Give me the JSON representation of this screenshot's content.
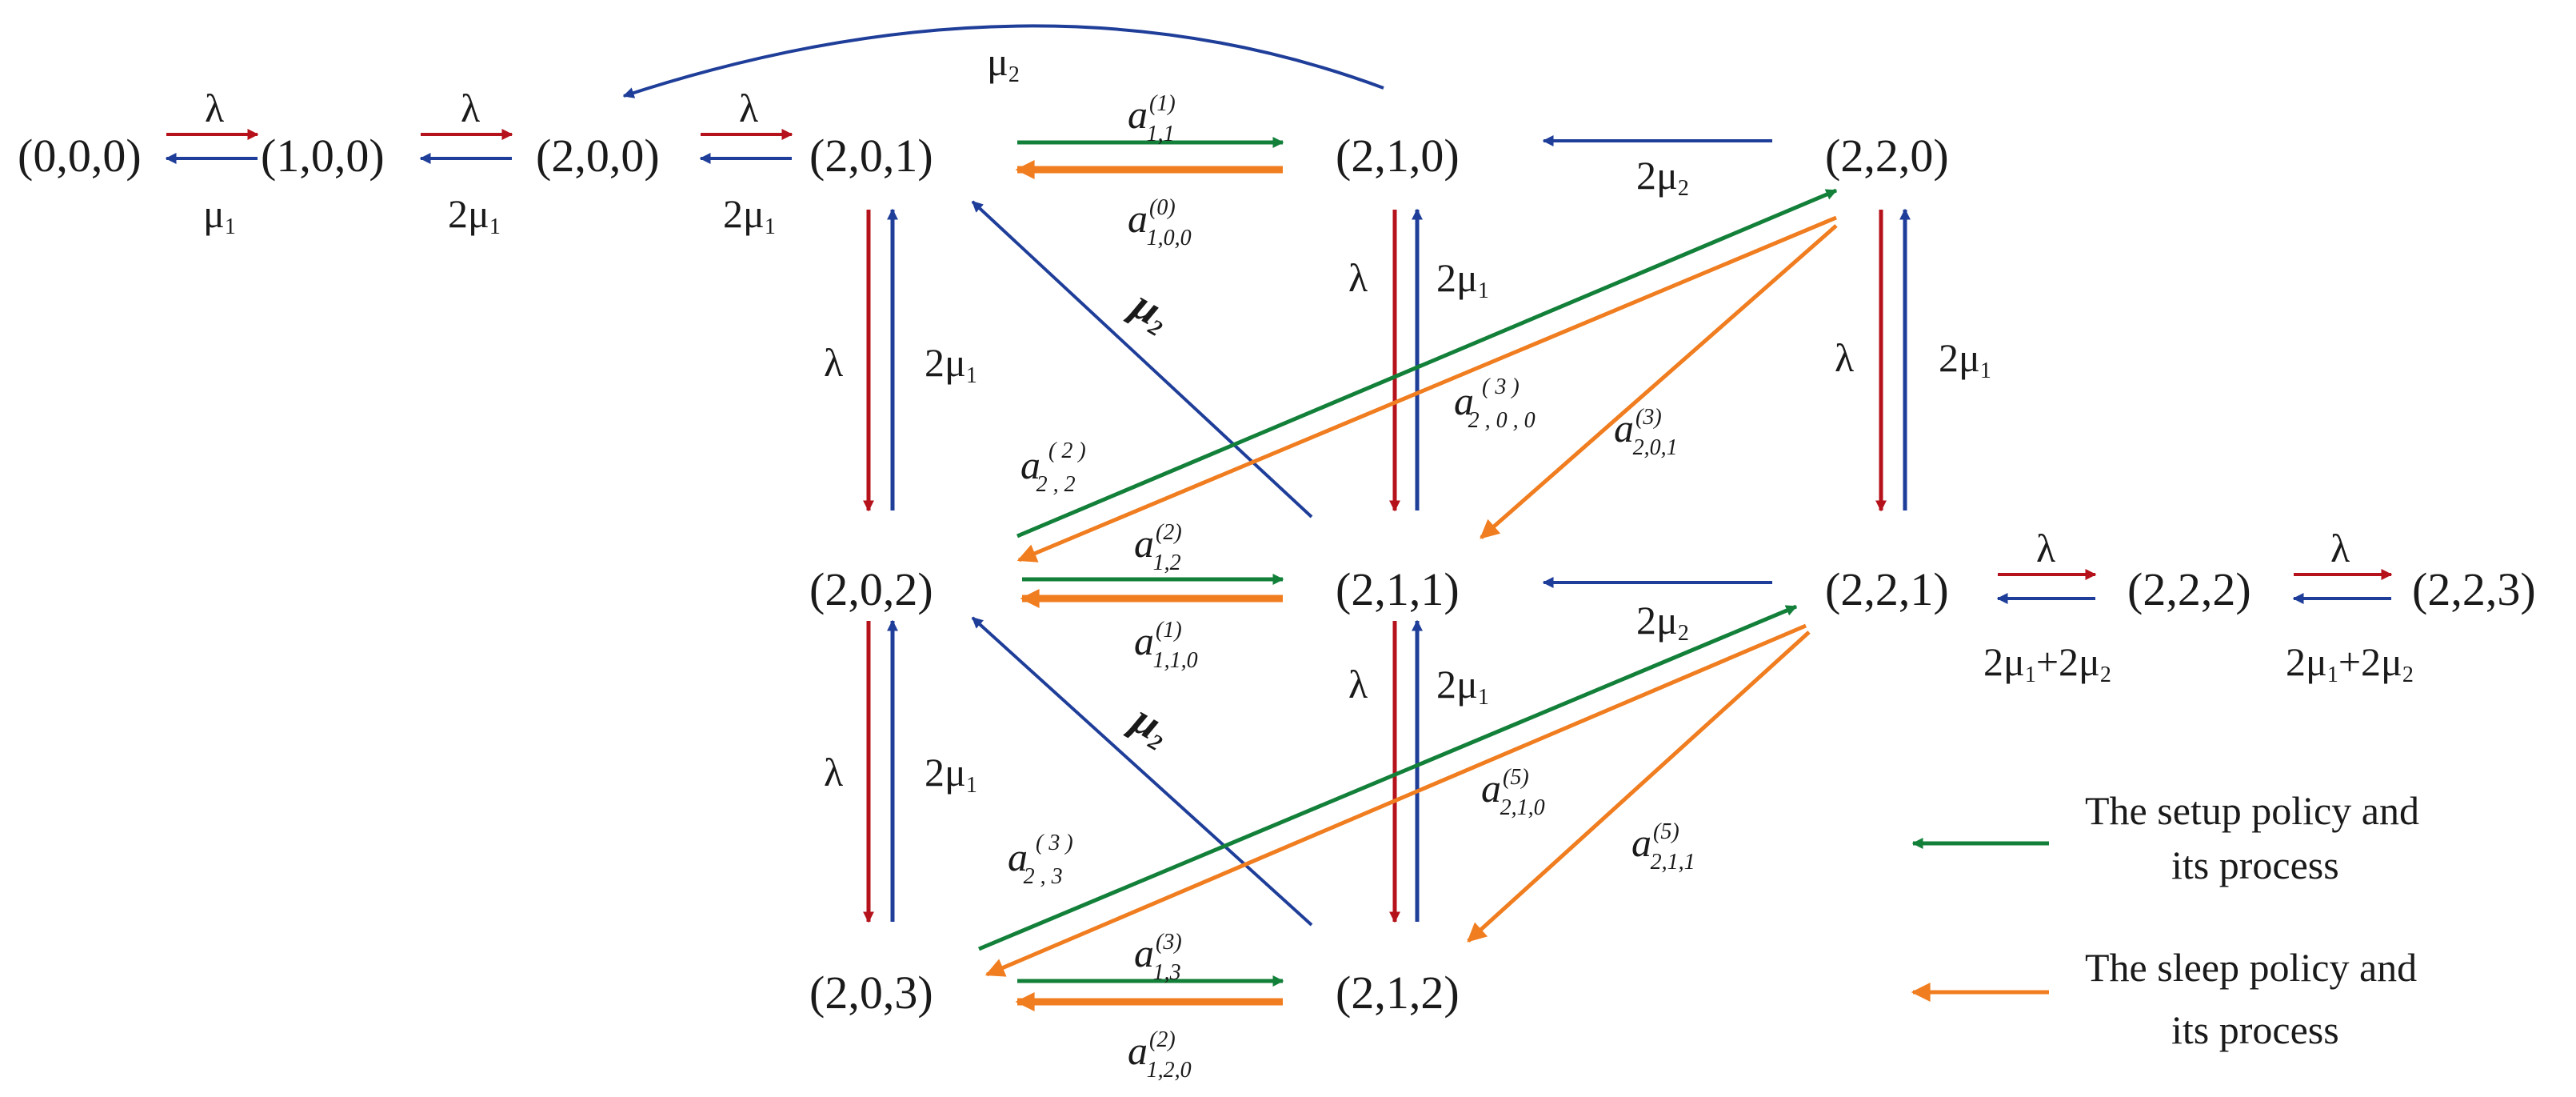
{
  "colors": {
    "red": "#b5121b",
    "blue": "#1f3e99",
    "green": "#13803a",
    "orange": "#f07d1f",
    "text": "#1a1a1a"
  },
  "states": {
    "s000": "(0,0,0)",
    "s100": "(1,0,0)",
    "s200": "(2,0,0)",
    "s201": "(2,0,1)",
    "s210": "(2,1,0)",
    "s220": "(2,2,0)",
    "s202": "(2,0,2)",
    "s211": "(2,1,1)",
    "s221": "(2,2,1)",
    "s222": "(2,2,2)",
    "s223": "(2,2,3)",
    "s203": "(2,0,3)",
    "s212": "(2,1,2)"
  },
  "rates": {
    "lambda": "λ",
    "mu1": "μ",
    "mu1_sub": "1",
    "two_mu1": "2μ",
    "two_mu2": "2μ",
    "mu2": "μ",
    "mu_sub1": "1",
    "mu_sub2": "2",
    "mixed_a": "2μ",
    "mixed_plus": "+2μ"
  },
  "coefficients": {
    "a_main": "a",
    "a11": {
      "sup": "(1)",
      "sub": "1,1"
    },
    "a100": {
      "sup": "(0)",
      "sub": "1,0,0"
    },
    "a12": {
      "sup": "(2)",
      "sub": "1,2"
    },
    "a110": {
      "sup": "(1)",
      "sub": "1,1,0"
    },
    "a13": {
      "sup": "(3)",
      "sub": "1,3"
    },
    "a120": {
      "sup": "(2)",
      "sub": "1,2,0"
    },
    "a22": {
      "sup": "( 2 )",
      "sub": "2 , 2"
    },
    "a200": {
      "sup": "( 3 )",
      "sub": "2 , 0 , 0"
    },
    "a201": {
      "sup": "(3)",
      "sub": "2,0,1"
    },
    "a23": {
      "sup": "( 3 )",
      "sub": "2 , 3"
    },
    "a210": {
      "sup": "(5)",
      "sub": "2,1,0"
    },
    "a211": {
      "sup": "(5)",
      "sub": "2,1,1"
    }
  },
  "legend": {
    "setup_line1": "The setup policy and",
    "setup_line2": "its process",
    "sleep_line1": "The sleep policy and",
    "sleep_line2": "its process"
  }
}
